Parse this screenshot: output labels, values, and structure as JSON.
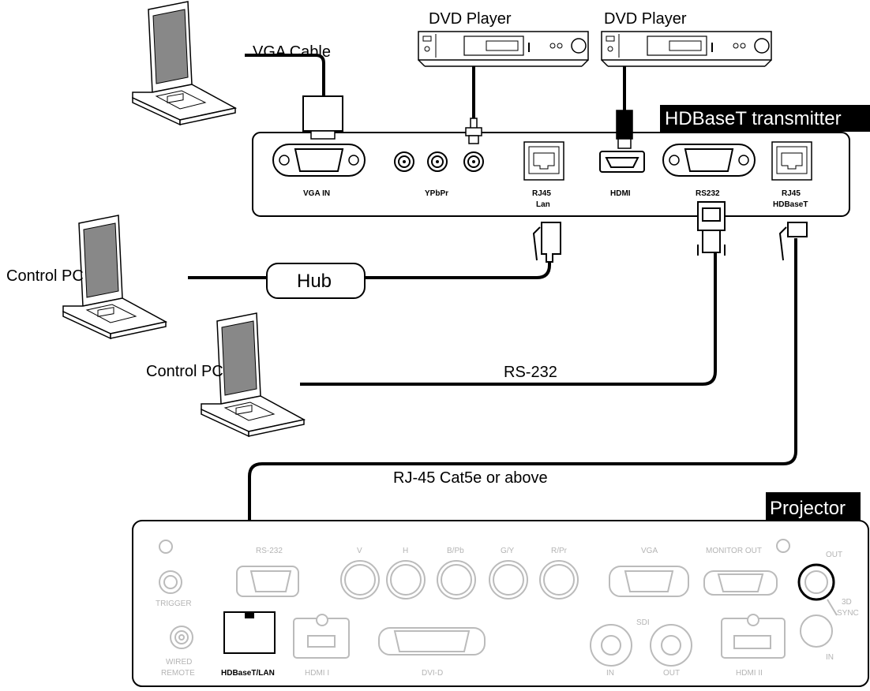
{
  "labels": {
    "vga_cable": "VGA Cable",
    "dvd_player_1": "DVD Player",
    "dvd_player_2": "DVD Player",
    "transmitter": "HDBaseT transmitter",
    "control_pc_1": "Control PC",
    "hub": "Hub",
    "control_pc_2": "Control PC",
    "rs232_cable": "RS-232",
    "rj45_cable": "RJ-45 Cat5e or above",
    "projector": "Projector"
  },
  "transmitter_ports": {
    "vga_in": "VGA IN",
    "ypbpr": "YPbPr",
    "rj45_lan_1": "RJ45",
    "rj45_lan_2": "Lan",
    "hdmi": "HDMI",
    "rs232": "RS232",
    "rj45_hdbaset_1": "RJ45",
    "rj45_hdbaset_2": "HDBaseT"
  },
  "projector_ports": {
    "rs232": "RS-232",
    "v": "V",
    "h": "H",
    "bpb": "B/Pb",
    "gy": "G/Y",
    "rpr": "R/Pr",
    "vga": "VGA",
    "monitor_out": "MONITOR OUT",
    "out": "OUT",
    "sync_3d_1": "3D",
    "sync_3d_2": "SYNC",
    "in": "IN",
    "trigger": "TRIGGER",
    "wired_1": "WIRED",
    "wired_2": "REMOTE",
    "hdbaset_lan": "HDBaseT/LAN",
    "hdmi_1": "HDMI I",
    "dvid": "DVI-D",
    "sdi": "SDI",
    "sdi_in": "IN",
    "sdi_out": "OUT",
    "hdmi_2": "HDMI II"
  }
}
